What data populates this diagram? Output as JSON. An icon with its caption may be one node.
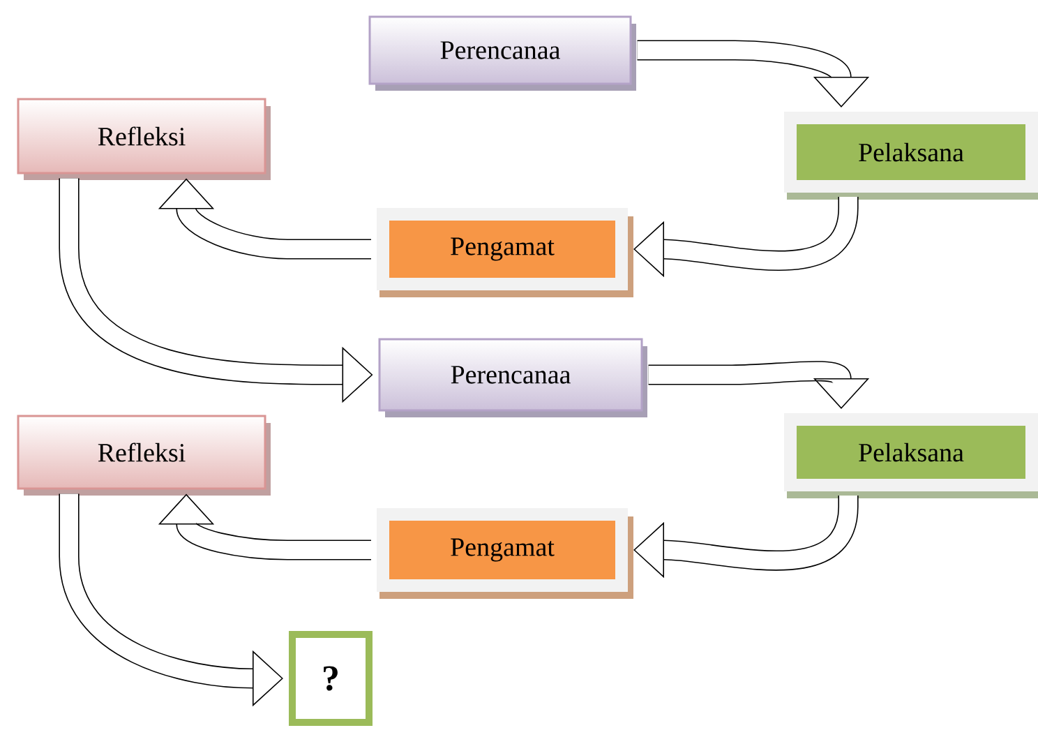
{
  "diagram": {
    "nodes": [
      {
        "text": [
          "Perencanaa"
        ]
      },
      {
        "text": [
          "Refleksi"
        ]
      },
      {
        "text": [
          "Pelaksana"
        ]
      },
      {
        "text": [
          "Pengamat"
        ]
      },
      {
        "text": [
          "Perencanaa"
        ]
      },
      {
        "text": [
          "Refleksi"
        ]
      },
      {
        "text": [
          "Pelaksana"
        ]
      },
      {
        "text": [
          "Pengamat"
        ]
      },
      {
        "text": [
          "?"
        ]
      }
    ],
    "edges": [
      {
        "from": 0,
        "to": 2,
        "arrow": "to"
      },
      {
        "from": 2,
        "to": 3,
        "arrow": "to"
      },
      {
        "from": 3,
        "to": 1,
        "arrow": "to"
      },
      {
        "from": 1,
        "to": 4,
        "arrow": "to"
      },
      {
        "from": 4,
        "to": 6,
        "arrow": "to"
      },
      {
        "from": 6,
        "to": 7,
        "arrow": "to"
      },
      {
        "from": 7,
        "to": 5,
        "arrow": "to"
      },
      {
        "from": 5,
        "to": 8,
        "arrow": "to"
      }
    ]
  }
}
